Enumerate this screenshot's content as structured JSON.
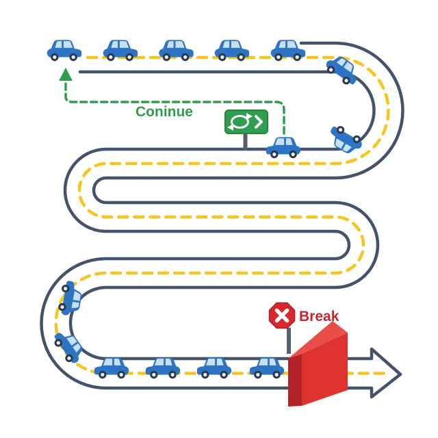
{
  "illustration": {
    "title": "loop-road-continue-break-diagram",
    "labels": {
      "continue": "Coninue",
      "break": "Break"
    },
    "road": {
      "lanes": 5,
      "edge_color": "#44536A",
      "center_line_color": "#F7C51F",
      "center_line_style": "dashed",
      "exit": "arrow-outline-right"
    },
    "cars": {
      "top_row_count": 5,
      "top_row_direction": "left",
      "bottom_row_count": 4,
      "bottom_row_direction": "right",
      "curve_car_count": 4,
      "sign_car_count": 1,
      "body_color": "#2E74C4",
      "glass_color": "#C9DFF2"
    },
    "continue_sign": {
      "icon": "loop-cycle-icon",
      "secondary_icon": "chevron-right-icon",
      "panel_color": "#2F9E4F",
      "path_color": "#2E9E4E",
      "path_style": "dashed",
      "path_arrow": "up-arrow-icon"
    },
    "break_sign": {
      "icon": "stop-x-octagon-icon",
      "octagon_color": "#D7282E",
      "x_color": "#FFFFFF",
      "wall_color": "#DF332F",
      "label_color": "#C1272D"
    }
  }
}
